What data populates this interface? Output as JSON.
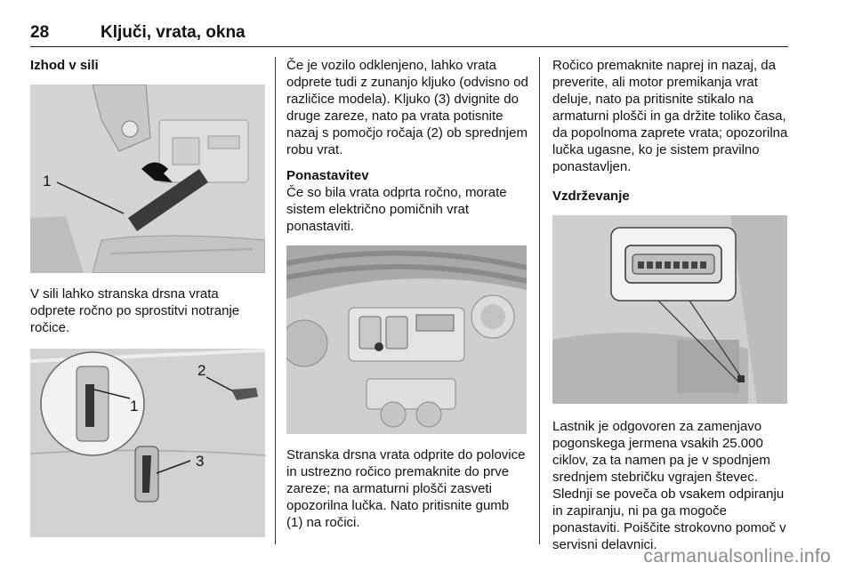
{
  "header": {
    "page_number": "28",
    "title": "Ključi, vrata, okna"
  },
  "col1": {
    "heading": "Izhod v sili",
    "fig1_callout": "1",
    "para1": "V sili lahko stranska drsna vrata odprete ročno po sprostitvi notranje ročice.",
    "fig2_callout_1": "1",
    "fig2_callout_2": "2",
    "fig2_callout_3": "3"
  },
  "col2": {
    "para1": "Če je vozilo odklenjeno, lahko vrata odprete tudi z zunanjo kljuko (odvisno od različice modela). Kljuko (3) dvignite do druge zareze, nato pa vrata potisnite nazaj s pomočjo ročaja (2) ob sprednjem robu vrat.",
    "heading": "Ponastavitev",
    "para2": "Če so bila vrata odprta ročno, morate sistem električno pomičnih vrat ponastaviti.",
    "para3": "Stranska drsna vrata odprite do polovice in ustrezno ročico premaknite do prve zareze; na armaturni plošči zasveti opozorilna lučka. Nato pritisnite gumb (1) na ročici."
  },
  "col3": {
    "para1": "Ročico premaknite naprej in nazaj, da preverite, ali motor premikanja vrat deluje, nato pa pritisnite stikalo na armaturni plošči in ga držite toliko časa, da popolnoma zaprete vrata; opozorilna lučka ugasne, ko je sistem pravilno ponastavljen.",
    "heading": "Vzdrževanje",
    "para2": "Lastnik je odgovoren za zamenjavo pogonskega jermena vsakih 25.000 ciklov, za ta namen pa je v spodnjem srednjem stebričku vgrajen števec. Slednji se poveča ob vsakem odpiranju in zapiranju, ni pa ga mogoče ponastaviti. Poiščite strokovno pomoč v servisni delavnici."
  },
  "watermark": "carmanualsonline.info"
}
